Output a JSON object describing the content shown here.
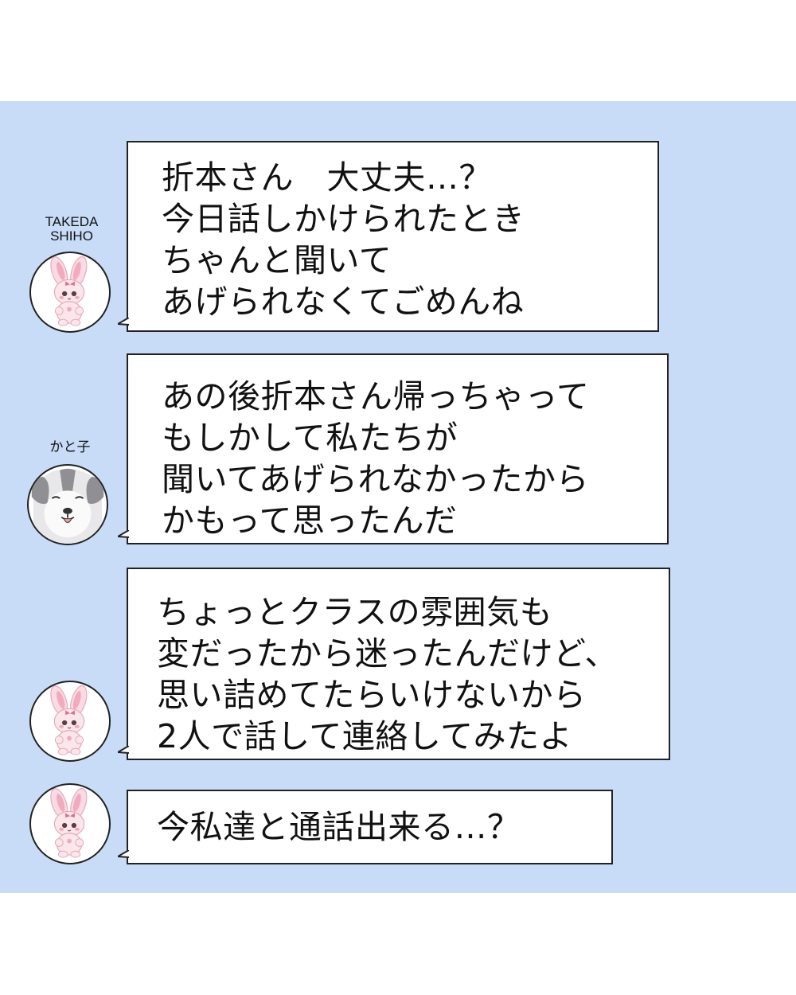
{
  "chat": {
    "messages": [
      {
        "sender": "TAKEDA\nSHIHO",
        "avatar_icon": "pink-bunny-plush-icon",
        "text": "折本さん　大丈夫…？\n今日話しかけられたとき\nちゃんと聞いて\nあげられなくてごめんね"
      },
      {
        "sender": "かと子",
        "avatar_icon": "dog-face-icon",
        "text": "あの後折本さん帰っちゃって\nもしかして私たちが\n聞いてあげられなかったから\nかもって思ったんだ"
      },
      {
        "sender": "",
        "avatar_icon": "pink-bunny-plush-icon",
        "text": "ちょっとクラスの雰囲気も\n変だったから迷ったんだけど、\n思い詰めてたらいけないから\n2人で話して連絡してみたよ"
      },
      {
        "sender": "",
        "avatar_icon": "pink-bunny-plush-icon",
        "text": "今私達と通話出来る…？"
      }
    ]
  },
  "colors": {
    "chat_background": "#c8dcf8",
    "page_background": "#ffffff",
    "bubble_fill": "#ffffff",
    "bubble_border": "#222222",
    "bunny_pink": "#f4c6d4"
  }
}
